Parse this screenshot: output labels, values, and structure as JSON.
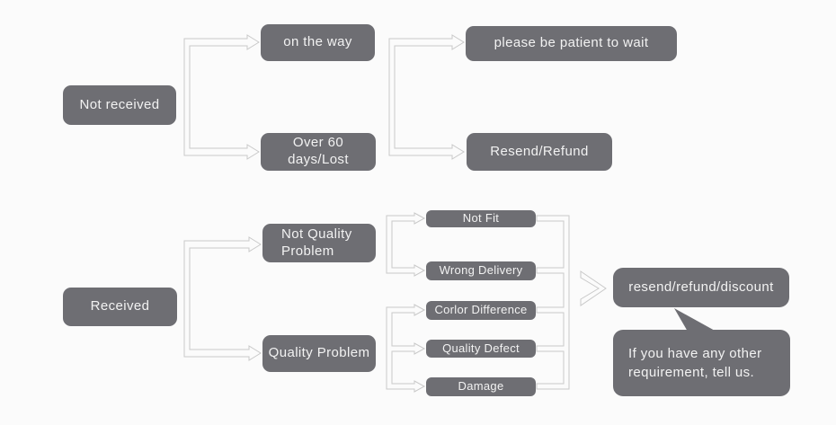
{
  "colors": {
    "background": "#fbfbfb",
    "node_fill": "#6e6e73",
    "node_text": "#f2f2f2",
    "connector_line": "#c9c9c9"
  },
  "flow_not_received": {
    "root": "Not received",
    "status_on_the_way": "on the way",
    "status_over_60_days": "Over 60 days/Lost",
    "action_wait": "please be patient to wait",
    "action_resend_refund": "Resend/Refund"
  },
  "flow_received": {
    "root": "Received",
    "category_not_quality": "Not Quality Problem",
    "category_quality": "Quality Problem",
    "reason_not_fit": "Not Fit",
    "reason_wrong_delivery": "Wrong Delivery",
    "reason_color_difference": "Corlor Difference",
    "reason_quality_defect": "Quality Defect",
    "reason_damage": "Damage",
    "action": "resend/refund/discount",
    "note_line1": "If you have any other",
    "note_line2": "requirement, tell us."
  }
}
